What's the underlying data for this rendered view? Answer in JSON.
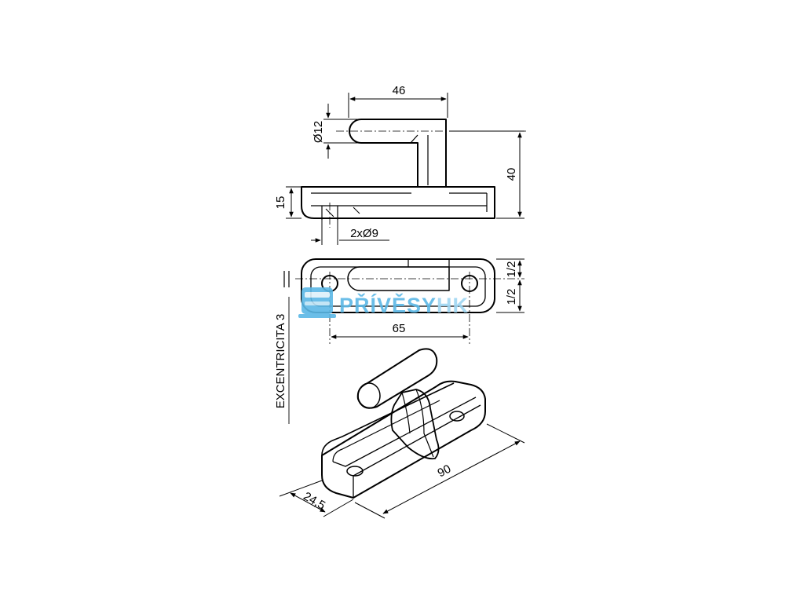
{
  "drawing": {
    "side_view": {
      "dim_width": "46",
      "dim_diameter": "Ø12",
      "dim_height_total": "40",
      "dim_height_base": "15",
      "dim_holes": "2xØ9"
    },
    "top_view": {
      "dim_spacing": "65",
      "dim_half_top": "1/2",
      "dim_half_bottom": "1/2",
      "eccentricity_label": "EXCENTRICITA 3"
    },
    "iso_view": {
      "dim_length": "90",
      "dim_width": "24,5"
    }
  },
  "watermark": {
    "brand_main": "PŘÍVĚSY",
    "brand_suffix": "HK",
    "color_main": "#5bb8e6",
    "color_suffix": "#9fd6f2",
    "icon": "trailer-logo-icon"
  }
}
